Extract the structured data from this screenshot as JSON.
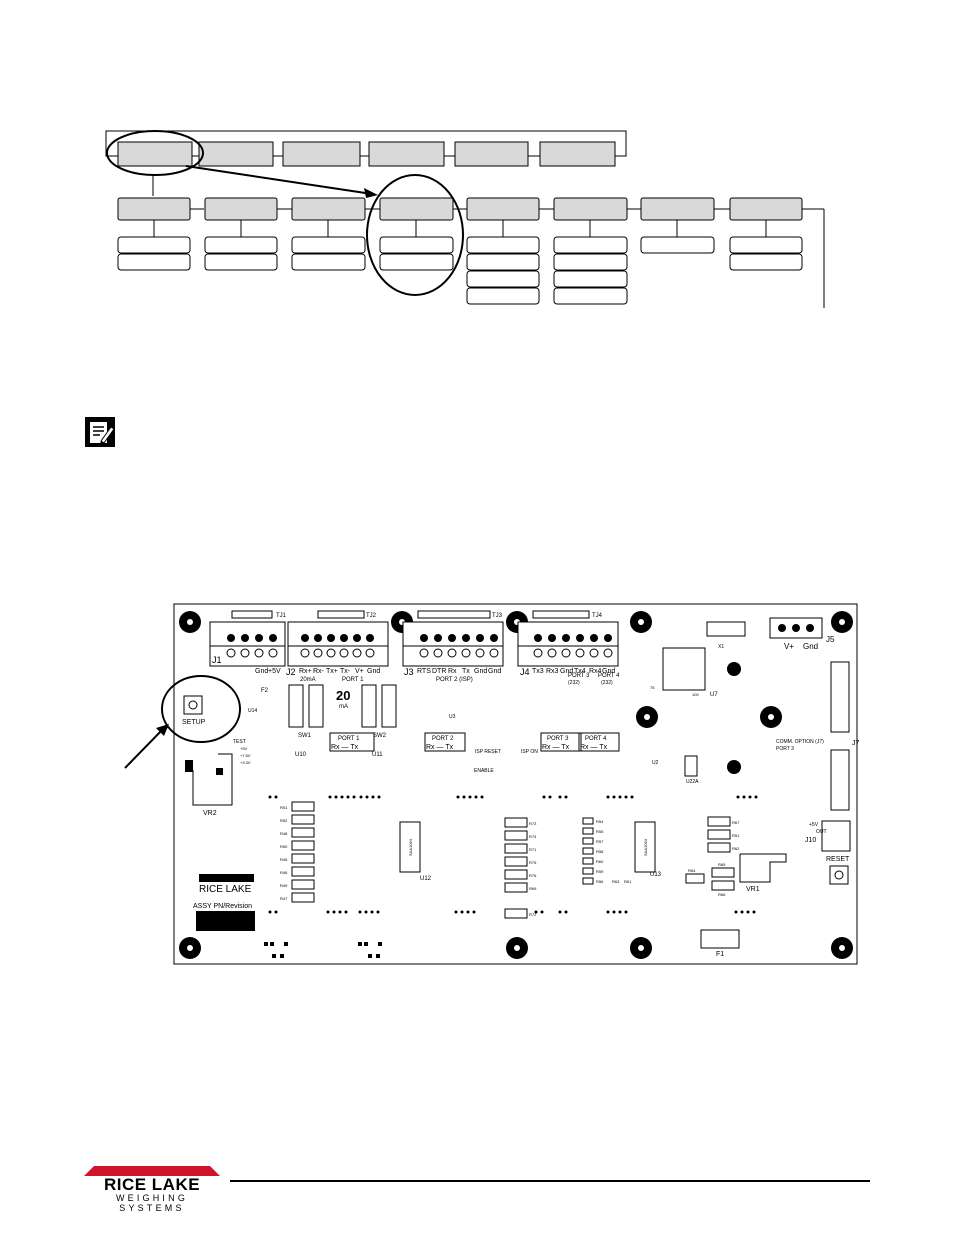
{
  "menu_diagram": {
    "top_row_count": 6,
    "second_row_count": 8,
    "highlighted_second_row_index": 3
  },
  "board": {
    "port_labels": {
      "j1": "J1",
      "j2": "J2",
      "j3": "J3",
      "j4": "J4",
      "j5": "J5",
      "j7": "J7",
      "j10": "J10",
      "tj1": "TJ1",
      "tj2": "TJ2",
      "tj3": "TJ3",
      "tj4": "TJ4"
    },
    "pin_labels": {
      "j1": [
        "+5V",
        "Gnd"
      ],
      "j2": [
        "Rx+",
        "Rx-",
        "Tx+",
        "Tx-",
        "V+",
        "Gnd"
      ],
      "j3": [
        "RTS",
        "DTR",
        "Rx",
        "Tx",
        "Gnd",
        "Gnd"
      ],
      "j4": [
        "Tx3",
        "Rx3",
        "Gnd",
        "Tx4",
        "Rx4",
        "Gnd"
      ]
    },
    "port_titles": {
      "ma": "20mA",
      "port1": "PORT 1",
      "port2_isp": "PORT 2 (ISP)",
      "port3": "PORT 3",
      "port4": "PORT 4",
      "rs232": "(232)",
      "port1_box": "PORT 1",
      "port2_box": "PORT 2",
      "port3_box": "PORT 3",
      "port4_box": "PORT 4",
      "rx_tx": "Rx — Tx"
    },
    "switches": {
      "sw1": "SW1",
      "sw2": "SW2",
      "mode_20": "20",
      "mode_ma": "mA"
    },
    "setup_label": "SETUP",
    "vr_labels": {
      "vr1": "VR1",
      "vr2": "VR2"
    },
    "fuse_labels": {
      "f1": "F1",
      "f2": "F2"
    },
    "ic_labels": {
      "u7": "U7",
      "u10": "U10",
      "u11": "U11",
      "u12": "U12",
      "u13": "U13",
      "u14": "U14",
      "u2": "U2",
      "u3": "U3",
      "u22a": "U22A",
      "x1": "X1"
    },
    "misc_labels": {
      "v_plus": "V+",
      "gnd": "Gnd",
      "comm_option": "COMM. OPTION (J7)",
      "comm_port": "PORT 3",
      "reset": "RESET",
      "plus5v": "+5V",
      "out": "OUT",
      "isp_reset": "ISP RESET",
      "enable": "ENABLE",
      "isp_on": "ISP ON",
      "test": "TEST",
      "test_levels": [
        "+5V",
        "+7.5V",
        "+3.3V"
      ],
      "company": "RICE LAKE",
      "assy": "ASSY PN/Revision",
      "chip_text": "SAA1064",
      "ic_numbers": {
        "u7_pin": "75",
        "u7_pin2": "100"
      }
    },
    "resistor_groups": {
      "left": [
        "R51",
        "R52",
        "R48",
        "R50",
        "R45",
        "R46",
        "R49",
        "R47"
      ],
      "mid": [
        "R73",
        "R74",
        "R71",
        "R75",
        "R76",
        "R69",
        "R72"
      ],
      "right": [
        "R54",
        "R55",
        "R57",
        "R58",
        "R60",
        "R59",
        "R56",
        "R63",
        "R61"
      ],
      "far": [
        "R67",
        "R51",
        "R62",
        "R65",
        "R66",
        "R64"
      ]
    }
  },
  "footer": {
    "brand_name": "RICE LAKE",
    "brand_sub": "WEIGHING SYSTEMS",
    "brand_color": "#d0152a"
  }
}
